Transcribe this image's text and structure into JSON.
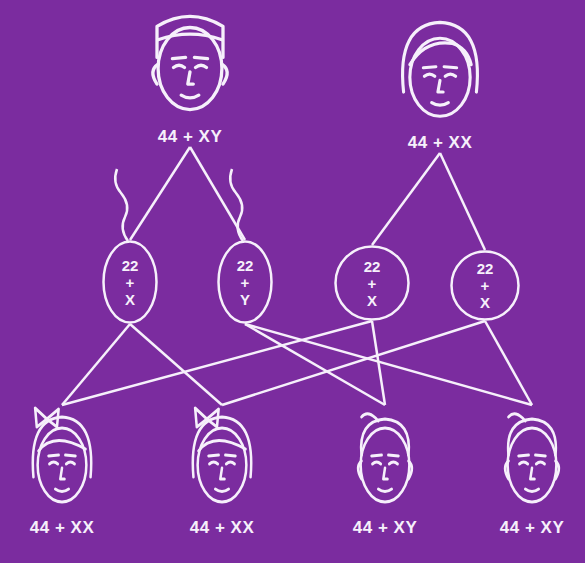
{
  "diagram": {
    "nodes": [
      {
        "text": [
          "44 + XY"
        ]
      },
      {
        "text": [
          "44 + XX"
        ]
      },
      {
        "text": [
          "22 + X"
        ]
      },
      {
        "text": [
          "22 + Y"
        ]
      },
      {
        "text": [
          "22 + X"
        ]
      },
      {
        "text": [
          "22 + X"
        ]
      },
      {
        "text": [
          "44 + XX"
        ]
      },
      {
        "text": [
          "44 + XX"
        ]
      },
      {
        "text": [
          "44 + XY"
        ]
      },
      {
        "text": [
          "44 + XY"
        ]
      }
    ],
    "edges": [
      {
        "from": 0,
        "to": 2,
        "arrow": "none"
      },
      {
        "from": 0,
        "to": 3,
        "arrow": "none"
      },
      {
        "from": 1,
        "to": 4,
        "arrow": "none"
      },
      {
        "from": 1,
        "to": 5,
        "arrow": "none"
      },
      {
        "from": 2,
        "to": 6,
        "arrow": "none"
      },
      {
        "from": 2,
        "to": 7,
        "arrow": "none"
      },
      {
        "from": 3,
        "to": 8,
        "arrow": "none"
      },
      {
        "from": 3,
        "to": 9,
        "arrow": "none"
      },
      {
        "from": 4,
        "to": 6,
        "arrow": "none"
      },
      {
        "from": 4,
        "to": 8,
        "arrow": "none"
      },
      {
        "from": 5,
        "to": 7,
        "arrow": "none"
      },
      {
        "from": 5,
        "to": 9,
        "arrow": "none"
      }
    ]
  }
}
